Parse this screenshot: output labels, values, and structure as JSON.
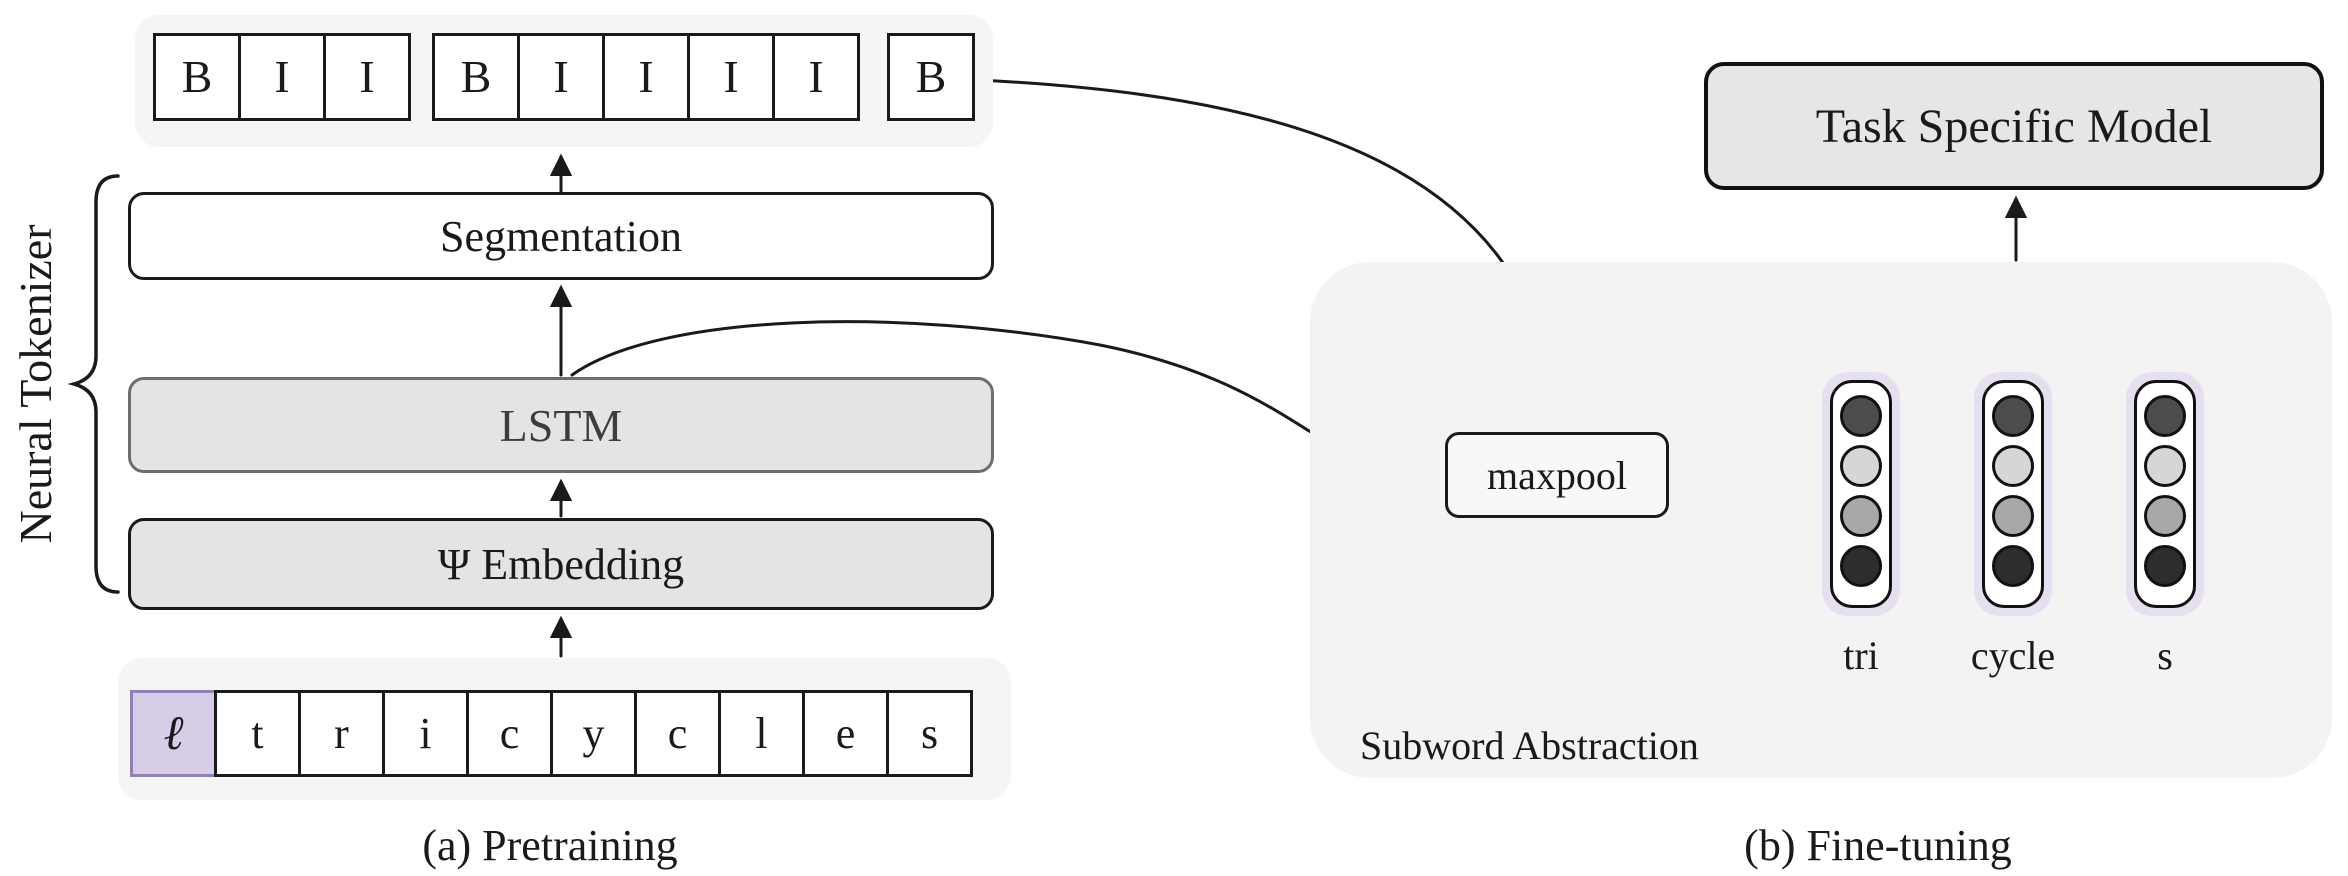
{
  "figure": {
    "left": {
      "group_label": "Neural Tokenizer",
      "tag_row": {
        "groups": [
          [
            "B",
            "I",
            "I"
          ],
          [
            "B",
            "I",
            "I",
            "I",
            "I"
          ],
          [
            "B"
          ]
        ]
      },
      "segmentation_label": "Segmentation",
      "lstm_label": "LSTM",
      "embedding_label": "Ψ Embedding",
      "input_row": {
        "cells": [
          "ℓ",
          "t",
          "r",
          "i",
          "c",
          "y",
          "c",
          "l",
          "e",
          "s"
        ],
        "highlighted_index": 0
      },
      "caption": "(a) Pretraining"
    },
    "right": {
      "task_model_label": "Task Specific Model",
      "maxpool_label": "maxpool",
      "region_label": "Subword Abstraction",
      "columns": [
        {
          "label": "tri",
          "circles": [
            "#4c4c4c",
            "#d6d6d6",
            "#a8a8a8",
            "#2d2d2d"
          ]
        },
        {
          "label": "cycle",
          "circles": [
            "#4c4c4c",
            "#d6d6d6",
            "#a8a8a8",
            "#2d2d2d"
          ]
        },
        {
          "label": "s",
          "circles": [
            "#4c4c4c",
            "#d6d6d6",
            "#a8a8a8",
            "#2d2d2d"
          ]
        }
      ],
      "caption": "(b) Fine-tuning"
    },
    "colors": {
      "row_bg": "#f5f5f5",
      "region_bg": "#f3f3f3",
      "box_gray": "#e4e4e4",
      "task_gray": "#e6e6e6",
      "highlight_fill": "#d8cde6",
      "highlight_border": "#9180b4",
      "halo": "#e6dff0",
      "stroke": "#1a1a1a",
      "lstm_border": "#6e6e6e",
      "lstm_text": "#3d3d3d"
    }
  }
}
